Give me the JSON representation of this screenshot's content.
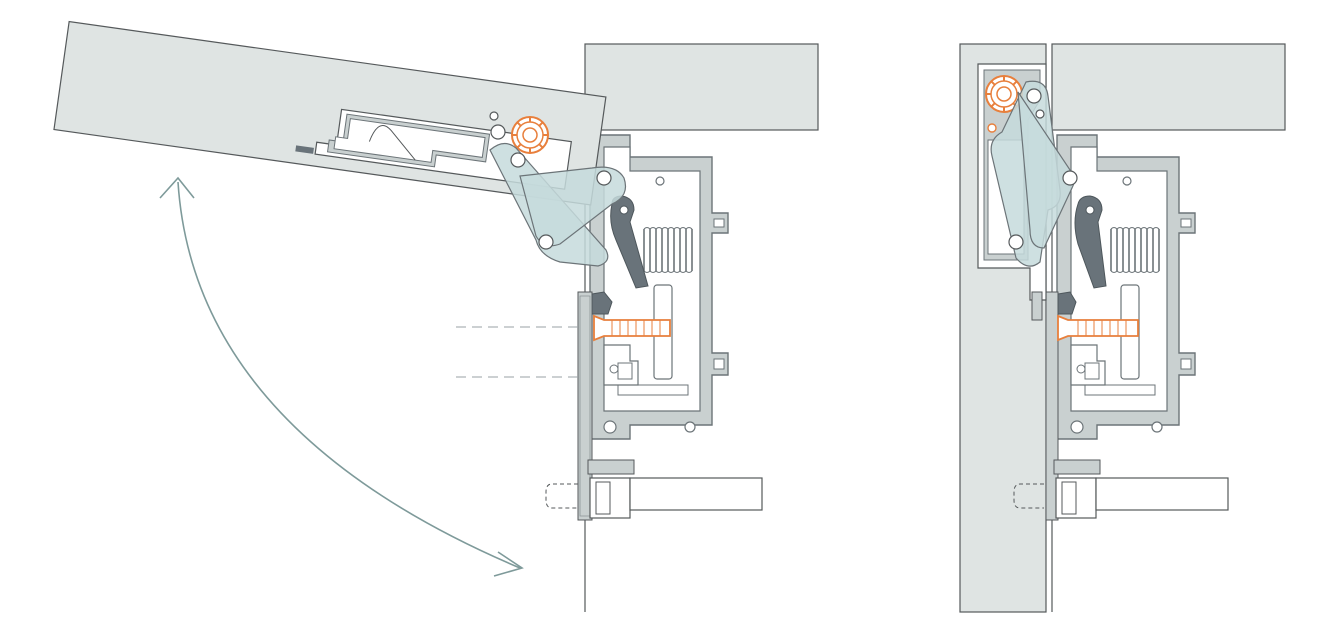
{
  "figure": {
    "views": [
      {
        "id": "open-state",
        "door_angle_deg": -7
      },
      {
        "id": "closed-state",
        "door_angle_deg": 0
      }
    ],
    "colors": {
      "panel": "#dfe4e3",
      "panel_line": "#55595b",
      "housing": "#c9d0d0",
      "housing_line": "#6c7478",
      "dark_part": "#69737a",
      "link_part": "#c5dadc",
      "screw": "#e87f3c",
      "arrow": "#7e9a9a",
      "dash": "#9aa2a5"
    },
    "icons": [
      "double-curved-arrow-icon",
      "screw-icon",
      "hinge-roller-icon",
      "spring-icon"
    ]
  }
}
